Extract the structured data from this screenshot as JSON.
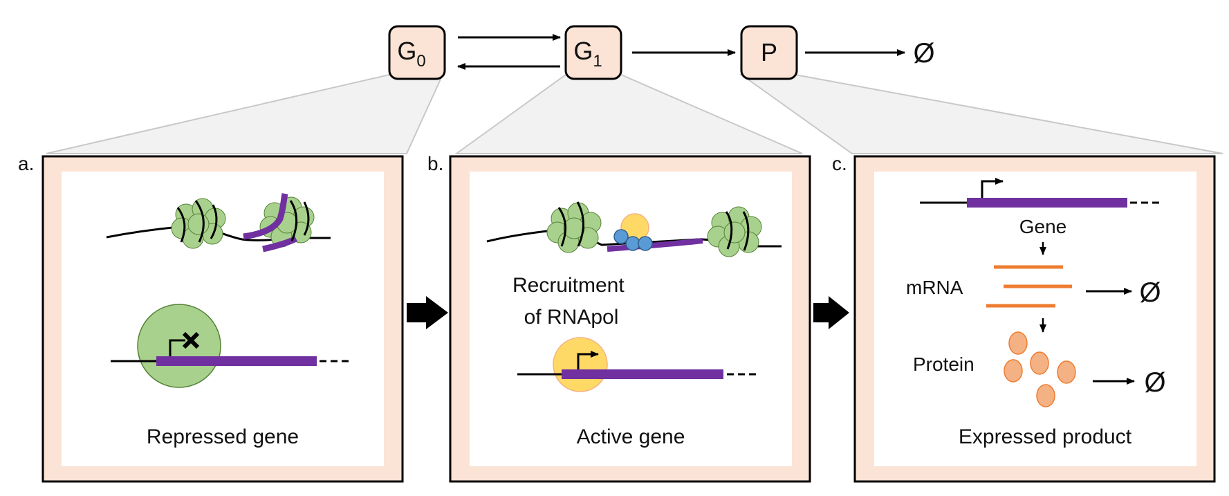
{
  "states": {
    "g0": {
      "main": "G",
      "sub": "0"
    },
    "g1": {
      "main": "G",
      "sub": "1"
    },
    "p": {
      "main": "P"
    }
  },
  "null_symbol": "Ø",
  "panels": {
    "a": {
      "letter": "a.",
      "caption": "Repressed gene"
    },
    "b": {
      "letter": "b.",
      "caption": "Active gene",
      "note_line1": "Recruitment",
      "note_line2": "of RNApol"
    },
    "c": {
      "letter": "c.",
      "caption": "Expressed product",
      "gene_label": "Gene",
      "mrna_label": "mRNA",
      "protein_label": "Protein"
    }
  },
  "colors": {
    "state_fill": "#fbe3d6",
    "panel_frame": "#fbe3d6",
    "gene": "#7030a0",
    "nucleosome": "#a9d18e",
    "nucleosome_edge": "#548235",
    "repressor": "#a9d18e",
    "rna_pol": "#ffd966",
    "rna_pol_edge": "#f4b183",
    "activator": "#5b9bd5",
    "mrna": "#ed7d31",
    "protein": "#f4b183",
    "protein_edge": "#ed7d31",
    "zoom_fill": "#f2f2f2",
    "zoom_edge": "#c8c8c8"
  }
}
